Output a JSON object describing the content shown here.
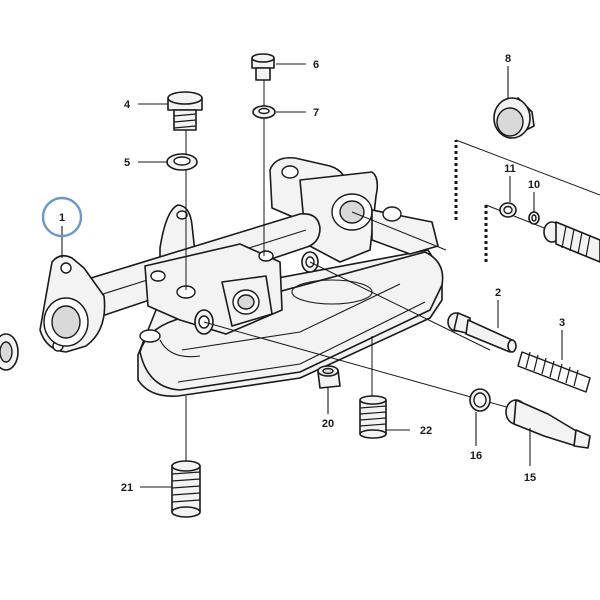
{
  "callouts": {
    "c1": "1",
    "c2": "2",
    "c3": "3",
    "c4": "4",
    "c5": "5",
    "c6": "6",
    "c7": "7",
    "c8": "8",
    "c10": "10",
    "c11": "11",
    "c15": "15",
    "c16": "16",
    "c20": "20",
    "c21": "21",
    "c22": "22"
  },
  "selected_callout": "1",
  "colors": {
    "line": "#1a1a1a",
    "highlight": "#6f96c8",
    "background": "#ffffff"
  }
}
